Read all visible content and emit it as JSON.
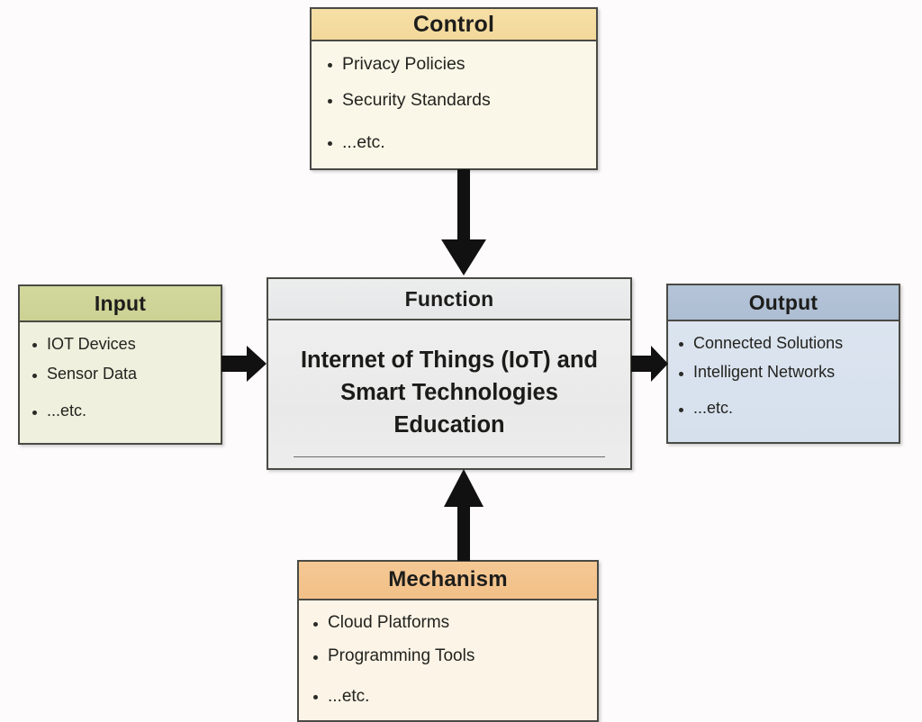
{
  "diagram": {
    "type": "IDEF0 function model",
    "background_color": "#fdfbfb",
    "arrow_color": "#111111"
  },
  "control": {
    "title": "Control",
    "header_color": "#f3d89a",
    "body_color": "#fbf7e8",
    "items": [
      "Privacy Policies",
      "Security Standards",
      "...etc."
    ]
  },
  "input": {
    "title": "Input",
    "header_color": "#ccd194",
    "body_color": "#eff0dd",
    "items": [
      "IOT Devices",
      "Sensor Data",
      "...etc."
    ]
  },
  "function": {
    "title": "Function",
    "header_color": "#e6e7e8",
    "body_color": "#ededed",
    "name": "Internet of Things (IoT) and Smart Technologies Education"
  },
  "output": {
    "title": "Output",
    "header_color": "#adbdd2",
    "body_color": "#d6e0ed",
    "items": [
      "Connected Solutions",
      "Intelligent Networks",
      "...etc."
    ]
  },
  "mechanism": {
    "title": "Mechanism",
    "header_color": "#f2c088",
    "body_color": "#fbf4e7",
    "items": [
      "Cloud Platforms",
      "Programming Tools",
      "...etc."
    ]
  },
  "arrows": {
    "control_to_function": "arrow-down-icon",
    "input_to_function": "arrow-right-icon",
    "function_to_output": "arrow-right-icon",
    "mechanism_to_function": "arrow-up-icon"
  }
}
